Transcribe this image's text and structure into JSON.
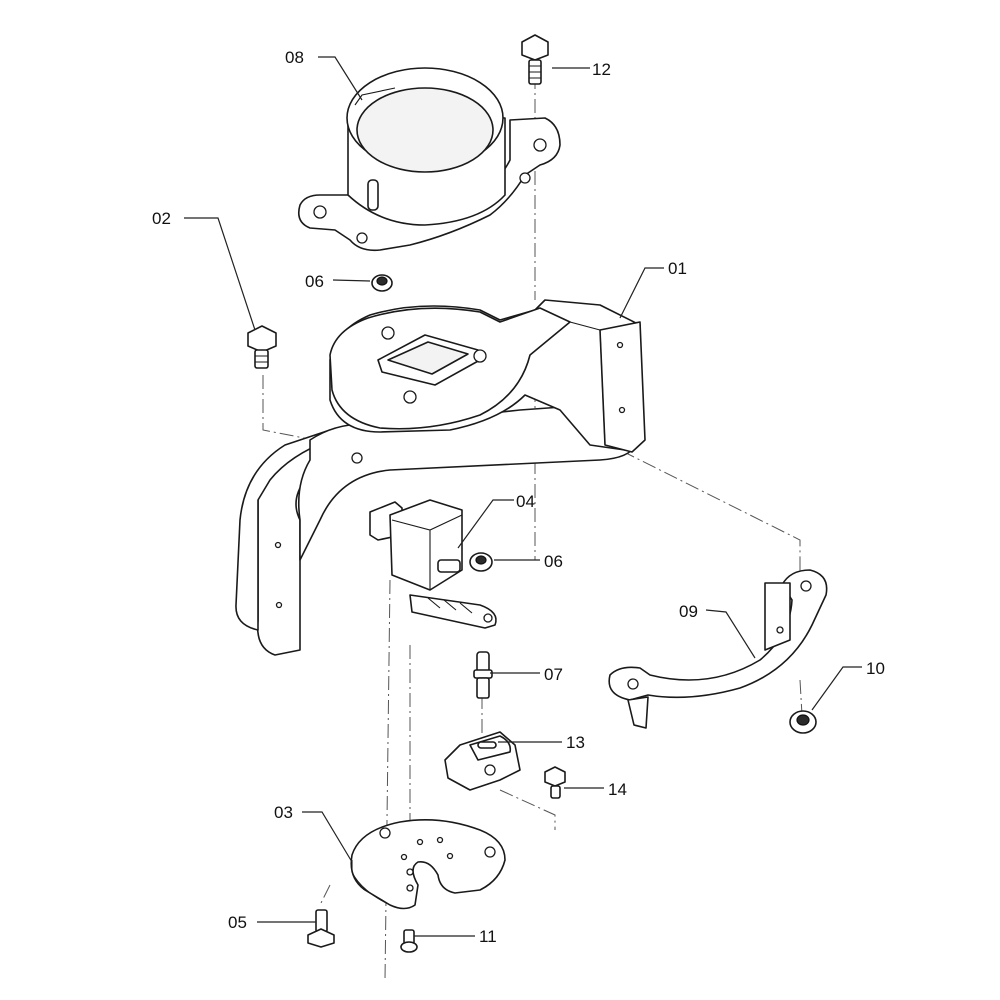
{
  "callouts": {
    "p01": "01",
    "p02": "02",
    "p03": "03",
    "p04": "04",
    "p05": "05",
    "p06a": "06",
    "p06b": "06",
    "p07": "07",
    "p08": "08",
    "p09": "09",
    "p10": "10",
    "p11": "11",
    "p12": "12",
    "p13": "13",
    "p14": "14"
  }
}
